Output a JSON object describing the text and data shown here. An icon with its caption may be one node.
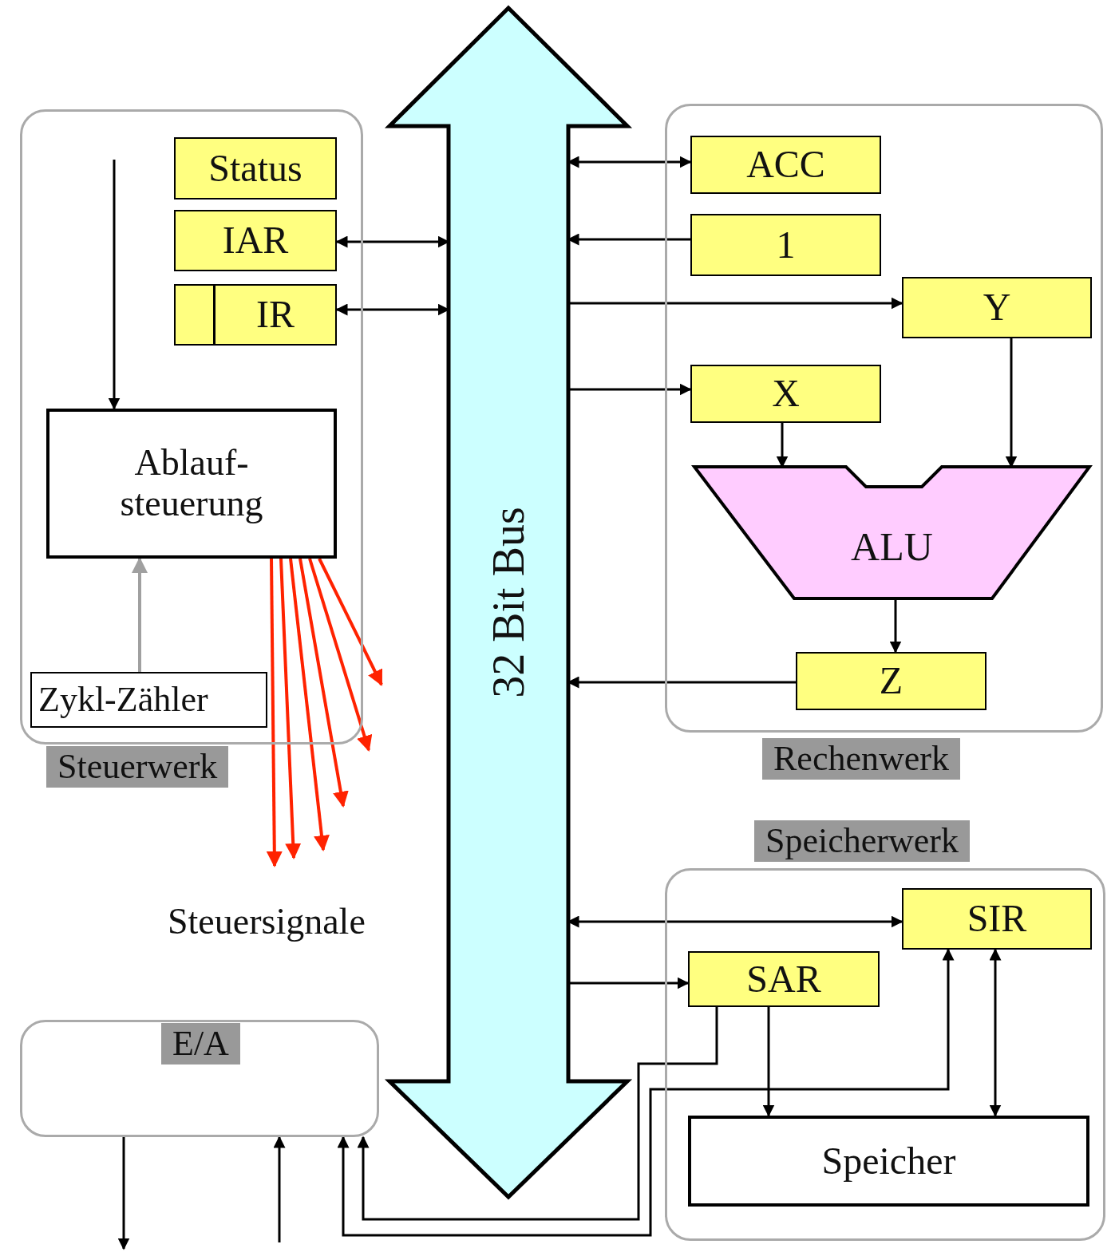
{
  "diagram": {
    "nodes": [
      {
        "text": [
          "Steuerwerk"
        ]
      },
      {
        "text": [
          "Status"
        ],
        "in": 0
      },
      {
        "text": [
          "IAR"
        ],
        "in": 0
      },
      {
        "text": [
          "IR"
        ],
        "in": 0
      },
      {
        "text": [
          "Ablauf- steuerung"
        ],
        "in": 0
      },
      {
        "text": [
          "Zykl-Zähler"
        ],
        "in": 0
      },
      {
        "text": [
          "32 Bit Bus"
        ]
      },
      {
        "text": [
          "Rechenwerk"
        ]
      },
      {
        "text": [
          "ACC"
        ],
        "in": 7
      },
      {
        "text": [
          "1"
        ],
        "in": 7
      },
      {
        "text": [
          "Y"
        ],
        "in": 7
      },
      {
        "text": [
          "X"
        ],
        "in": 7
      },
      {
        "text": [
          "ALU"
        ],
        "in": 7
      },
      {
        "text": [
          "Z"
        ],
        "in": 7
      },
      {
        "text": [
          "Speicherwerk"
        ]
      },
      {
        "text": [
          "SIR"
        ],
        "in": 14
      },
      {
        "text": [
          "SAR"
        ],
        "in": 14
      },
      {
        "text": [
          "Speicher"
        ],
        "in": 14
      },
      {
        "text": [
          "E/A"
        ]
      }
    ],
    "edges": [
      {
        "from": null,
        "to": 4,
        "arrow": "to"
      },
      {
        "from": 5,
        "to": 4,
        "arrow": "to",
        "color": "#a0a0a0"
      },
      {
        "from": 2,
        "to": 6,
        "arrow": "both"
      },
      {
        "from": 3,
        "to": 6,
        "arrow": "both"
      },
      {
        "from": 4,
        "to": null,
        "arrow": "to",
        "color": "#ff2200"
      },
      {
        "from": 4,
        "to": null,
        "arrow": "to",
        "color": "#ff2200"
      },
      {
        "from": 4,
        "to": null,
        "arrow": "to",
        "color": "#ff2200"
      },
      {
        "from": 4,
        "to": null,
        "arrow": "to",
        "color": "#ff2200"
      },
      {
        "from": 4,
        "to": null,
        "arrow": "to",
        "color": "#ff2200"
      },
      {
        "from": 4,
        "to": null,
        "arrow": "to",
        "color": "#ff2200"
      },
      {
        "from": 6,
        "to": 8,
        "arrow": "both"
      },
      {
        "from": 9,
        "to": 6,
        "arrow": "to"
      },
      {
        "from": 6,
        "to": 10,
        "arrow": "to"
      },
      {
        "from": 6,
        "to": 11,
        "arrow": "to"
      },
      {
        "from": 11,
        "to": 12,
        "arrow": "to"
      },
      {
        "from": 10,
        "to": 12,
        "arrow": "to"
      },
      {
        "from": 12,
        "to": 13,
        "arrow": "to"
      },
      {
        "from": 13,
        "to": 6,
        "arrow": "to"
      },
      {
        "from": 6,
        "to": 15,
        "arrow": "both"
      },
      {
        "from": 6,
        "to": 16,
        "arrow": "to"
      },
      {
        "from": 16,
        "to": 17,
        "arrow": "to"
      },
      {
        "from": 15,
        "to": 17,
        "arrow": "both"
      },
      {
        "from": 16,
        "to": 18,
        "arrow": "to"
      },
      {
        "from": 15,
        "to": 18,
        "arrow": "both"
      },
      {
        "from": 18,
        "to": null,
        "arrow": "to"
      },
      {
        "from": null,
        "to": 18,
        "arrow": "to"
      }
    ],
    "labels": [
      "Steuersignale"
    ]
  }
}
